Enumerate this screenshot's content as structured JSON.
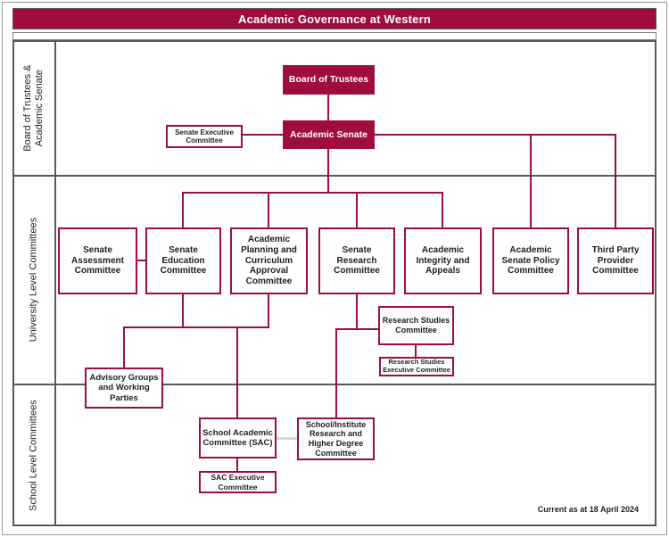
{
  "title": "Academic Governance at Western",
  "footnote": "Current as at 18 April 2024",
  "row_labels": {
    "trustees_senate": "Board of Trustees & Academic Senate",
    "university": "University Level Committees",
    "school": "School Level Committees"
  },
  "nodes": {
    "board_of_trustees": "Board of Trustees",
    "academic_senate": "Academic Senate",
    "senate_executive_committee": "Senate Executive Committee",
    "senate_assessment_committee": "Senate Assessment Committee",
    "senate_education_committee": "Senate Education Committee",
    "academic_planning_committee": "Academic Planning and Curriculum Approval Committee",
    "senate_research_committee": "Senate Research Committee",
    "academic_integrity_appeals": "Academic Integrity and Appeals",
    "academic_senate_policy_committee": "Academic Senate Policy Committee",
    "third_party_provider_committee": "Third Party Provider Committee",
    "research_studies_committee": "Research Studies Committee",
    "research_studies_executive_committee": "Research Studies Executive Committee",
    "advisory_groups_working_parties": "Advisory Groups and Working Parties",
    "school_academic_committee": "School Academic Committee (SAC)",
    "sac_executive_committee": "SAC Executive Committee",
    "school_institute_research_hd_committee": "School/Institute Research and Higher Degree Committee"
  },
  "colors": {
    "crimson": "#9F0D3F",
    "box_text": "#1F1F1F",
    "grid_border": "#595959",
    "link_gray": "#D6D6D6"
  }
}
